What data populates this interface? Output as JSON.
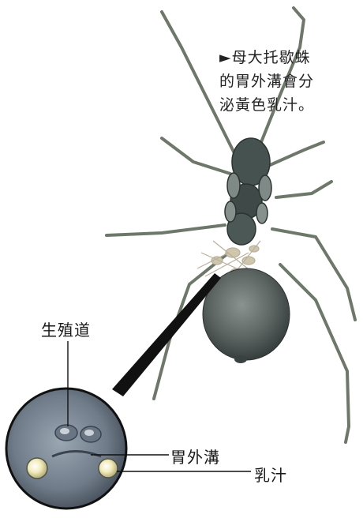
{
  "caption": {
    "lines": [
      "►母大托歇蛛",
      "的胃外溝會分",
      "泌黃色乳汁。"
    ]
  },
  "labels": {
    "genital_opening": "生殖道",
    "epigastric_furrow": "胃外溝",
    "milk": "乳汁"
  },
  "colors": {
    "spider_body": "#4a5656",
    "spider_legs": "#6f7a6c",
    "abdomen": "#5d6563",
    "inset_bg": "#7c8794",
    "milk_droplet": "#efe7b0"
  }
}
